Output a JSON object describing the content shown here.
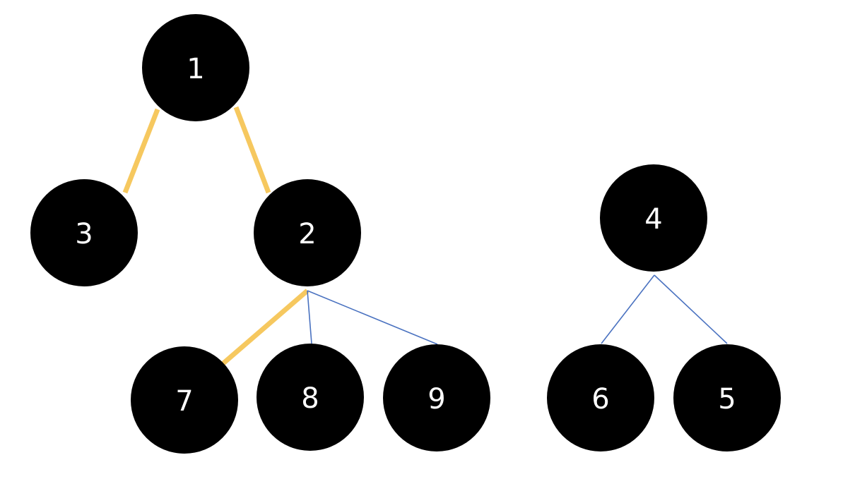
{
  "colors": {
    "background": "#ffffff",
    "node_fill": "#000000",
    "node_text": "#ffffff",
    "highlight_edge": "#F6C85F",
    "normal_edge": "#4A72C0"
  },
  "nodes": [
    {
      "id": "1",
      "label": "1"
    },
    {
      "id": "3",
      "label": "3"
    },
    {
      "id": "2",
      "label": "2"
    },
    {
      "id": "7",
      "label": "7"
    },
    {
      "id": "8",
      "label": "8"
    },
    {
      "id": "9",
      "label": "9"
    },
    {
      "id": "4",
      "label": "4"
    },
    {
      "id": "6",
      "label": "6"
    },
    {
      "id": "5",
      "label": "5"
    }
  ],
  "edges": [
    {
      "from": "1",
      "to": "3",
      "style": "highlight"
    },
    {
      "from": "1",
      "to": "2",
      "style": "highlight"
    },
    {
      "from": "2",
      "to": "7",
      "style": "highlight"
    },
    {
      "from": "2",
      "to": "8",
      "style": "normal"
    },
    {
      "from": "2",
      "to": "9",
      "style": "normal"
    },
    {
      "from": "4",
      "to": "6",
      "style": "normal"
    },
    {
      "from": "4",
      "to": "5",
      "style": "normal"
    }
  ]
}
